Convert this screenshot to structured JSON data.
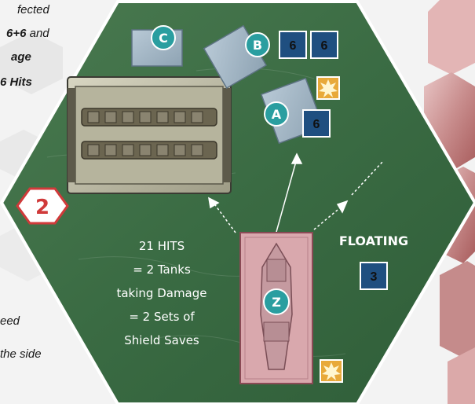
{
  "rules_text": {
    "line1": "fected",
    "line2_bold": "6+6",
    "line2_rest": " and",
    "line3": "age",
    "line4": "6 Hits",
    "line5": "eed",
    "line6": "the side"
  },
  "range_marker": {
    "value": "2",
    "color": "#d03a3a"
  },
  "units": {
    "A": {
      "label": "A",
      "dice": [
        "6"
      ],
      "badge": "explosion-icon"
    },
    "B": {
      "label": "B",
      "dice": [
        "6",
        "6"
      ]
    },
    "C": {
      "label": "C"
    },
    "Z": {
      "label": "Z",
      "badge": "explosion-icon"
    }
  },
  "attack_summary": {
    "line1": "21 HITS",
    "line2": "= 2 Tanks",
    "line3": "taking Damage",
    "line4": "= 2 Sets of",
    "line5": "Shield Saves"
  },
  "status": {
    "label": "FLOATING",
    "die": "3"
  },
  "colors": {
    "board_green": "#3a6b43",
    "unit_teal": "#2a9ea0",
    "die_blue": "#1f4f80",
    "ship_pink": "#d9a8ad",
    "range_red": "#d03a3a",
    "explosion_orange": "#e8a93a"
  }
}
